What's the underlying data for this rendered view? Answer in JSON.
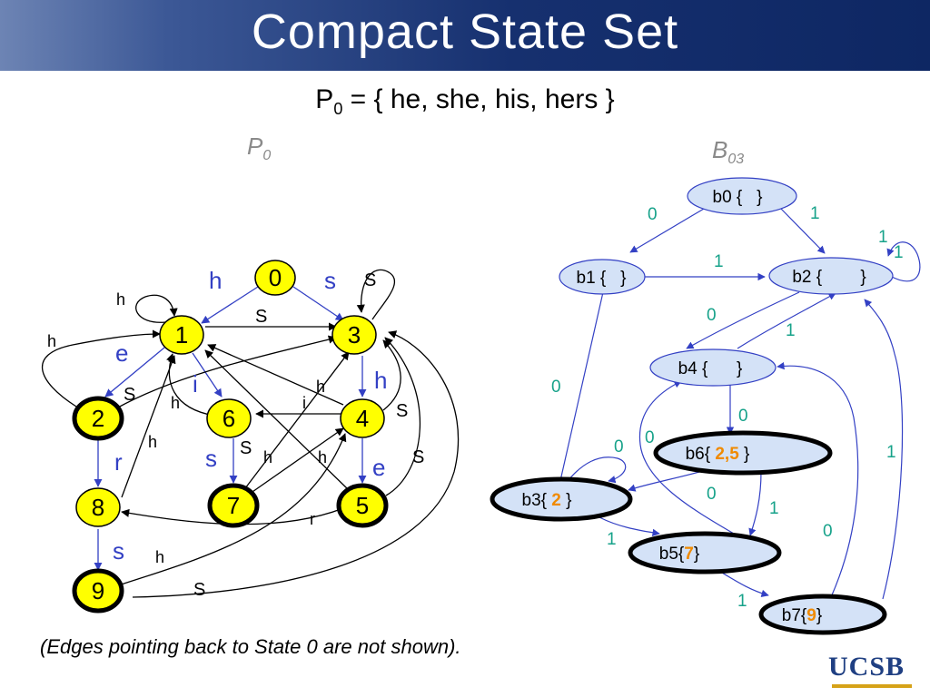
{
  "slide": {
    "title": "Compact State Set",
    "subtitle_base": "P",
    "subtitle_sub": "0",
    "subtitle_rest": " = { he, she, his, hers }",
    "caption": "(Edges pointing back to State 0 are not shown).",
    "logo_text": "UCSB"
  },
  "left_diagram": {
    "label_base": "P",
    "label_sub": "0",
    "states": [
      {
        "id": "0",
        "label": "0",
        "bold": false
      },
      {
        "id": "1",
        "label": "1",
        "bold": false
      },
      {
        "id": "2",
        "label": "2",
        "bold": true
      },
      {
        "id": "3",
        "label": "3",
        "bold": false
      },
      {
        "id": "4",
        "label": "4",
        "bold": false
      },
      {
        "id": "5",
        "label": "5",
        "bold": true
      },
      {
        "id": "6",
        "label": "6",
        "bold": false
      },
      {
        "id": "7",
        "label": "7",
        "bold": true
      },
      {
        "id": "8",
        "label": "8",
        "bold": false
      },
      {
        "id": "9",
        "label": "9",
        "bold": true
      }
    ],
    "edge_labels": [
      "h",
      "s",
      "S",
      "h",
      "S",
      "h",
      "e",
      "i",
      "S",
      "h",
      "h",
      "i",
      "h",
      "S",
      "h",
      "r",
      "s",
      "S",
      "h",
      "h",
      "e",
      "S",
      "r",
      "s",
      "h",
      "S"
    ],
    "main_edges": [
      {
        "from": "0",
        "to": "1",
        "label": "h"
      },
      {
        "from": "0",
        "to": "3",
        "label": "s"
      },
      {
        "from": "1",
        "to": "2",
        "label": "e"
      },
      {
        "from": "1",
        "to": "6",
        "label": "i"
      },
      {
        "from": "3",
        "to": "4",
        "label": "h"
      },
      {
        "from": "2",
        "to": "8",
        "label": "r"
      },
      {
        "from": "6",
        "to": "7",
        "label": "s"
      },
      {
        "from": "4",
        "to": "5",
        "label": "e"
      },
      {
        "from": "8",
        "to": "9",
        "label": "s"
      }
    ]
  },
  "right_diagram": {
    "label_base": "B",
    "label_sub": "03",
    "states": [
      {
        "id": "b0",
        "prefix": "b0 {   }",
        "value": "",
        "suffix": "",
        "bold": false
      },
      {
        "id": "b1",
        "prefix": "b1 {   }",
        "value": "",
        "suffix": "",
        "bold": false
      },
      {
        "id": "b2",
        "prefix": "b2 {        }",
        "value": "",
        "suffix": "",
        "bold": false
      },
      {
        "id": "b4",
        "prefix": "b4 {      }",
        "value": "",
        "suffix": "",
        "bold": false
      },
      {
        "id": "b6",
        "prefix": "b6{ ",
        "value": "2,5",
        "suffix": " }",
        "bold": true
      },
      {
        "id": "b3",
        "prefix": "b3{ ",
        "value": "2",
        "suffix": " }",
        "bold": true
      },
      {
        "id": "b5",
        "prefix": "b5{",
        "value": "7",
        "suffix": "}",
        "bold": true
      },
      {
        "id": "b7",
        "prefix": "b7{",
        "value": "9",
        "suffix": "}",
        "bold": true
      }
    ],
    "edges": [
      {
        "from": "b0",
        "to": "b1",
        "label": "0"
      },
      {
        "from": "b0",
        "to": "b2",
        "label": "1"
      },
      {
        "from": "b1",
        "to": "b2",
        "label": "1"
      },
      {
        "from": "b2",
        "to": "b2",
        "label": "1"
      },
      {
        "from": "b2",
        "to": "b2",
        "label": "1"
      },
      {
        "from": "b2",
        "to": "b4",
        "label": "0"
      },
      {
        "from": "b4",
        "to": "b2",
        "label": "1"
      },
      {
        "from": "b1",
        "to": "b3",
        "label": "0"
      },
      {
        "from": "b4",
        "to": "b6",
        "label": "0"
      },
      {
        "from": "b3",
        "to": "b3",
        "label": "0"
      },
      {
        "from": "b5",
        "to": "b4",
        "label": "0"
      },
      {
        "from": "b6",
        "to": "b3",
        "label": "0"
      },
      {
        "from": "b6",
        "to": "b5",
        "label": "1"
      },
      {
        "from": "b3",
        "to": "b5",
        "label": "1"
      },
      {
        "from": "b7",
        "to": "b4",
        "label": "0"
      },
      {
        "from": "b5",
        "to": "b7",
        "label": "1"
      },
      {
        "from": "b7",
        "to": "b2",
        "label": "1"
      }
    ]
  },
  "colors": {
    "state_fill": "#ffff00",
    "block_fill": "#d4e2f7",
    "edge_blue": "#3340c4",
    "label_green": "#17a28a",
    "highlight_orange": "#f08a00"
  }
}
